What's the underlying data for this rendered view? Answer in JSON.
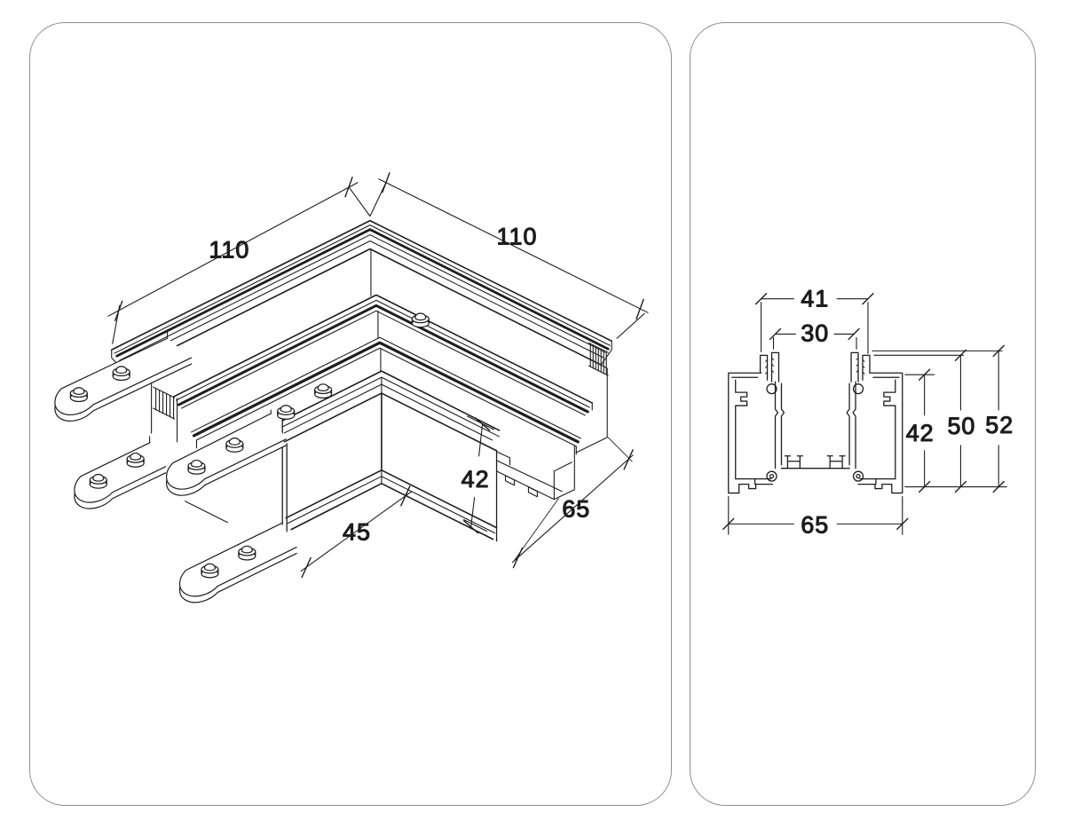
{
  "colors": {
    "line": "#1d1d1d",
    "panel_border": "#8f8f8f",
    "background": "#ffffff"
  },
  "left_panel": {
    "view": "isometric corner connector for recessed magnetic track",
    "dims": {
      "top_left": "110",
      "top_right": "110",
      "height": "42",
      "inner_width": "45",
      "depth": "65"
    }
  },
  "right_panel": {
    "view": "profile cross-section",
    "dims": {
      "top_outer": "41",
      "top_inner": "30",
      "height_inner": "42",
      "height_mid": "50",
      "height_outer": "52",
      "bottom_width": "65"
    }
  }
}
